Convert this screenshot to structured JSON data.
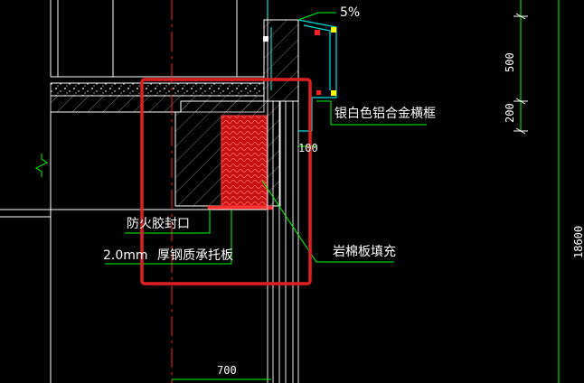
{
  "labels": {
    "slope": "5%",
    "silver_frame": "银白色铝合金横框",
    "sealant": "防火胶封口",
    "rock_wool": "岩棉板填充",
    "plate_thickness": "2.0mm",
    "steel_plate": "厚钢质承托板",
    "dim_500": "500",
    "dim_200": "200",
    "dim_100": "100",
    "dim_700": "700",
    "dim_18600": "18600"
  },
  "colors": {
    "background": "#000000",
    "highlight": "#e02020",
    "rockwool": "#d01818",
    "linework": "#ffffff",
    "cyan": "#00e0e0",
    "green": "#00ff00",
    "red": "#ff2020",
    "yellow": "#ffff00"
  }
}
